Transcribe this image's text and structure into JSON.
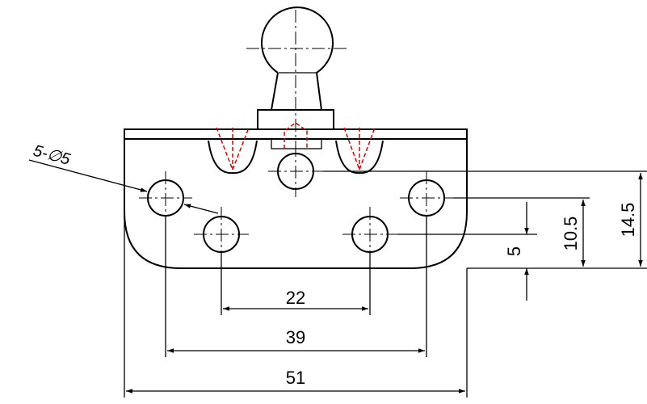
{
  "callout": {
    "hole_label": "5-∅5"
  },
  "dimensions": {
    "hole_spacing_inner": "22",
    "hole_spacing_outer": "39",
    "overall_width": "51",
    "vertical_small": "5",
    "vertical_mid": "10.5",
    "vertical_large": "14.5"
  },
  "colors": {
    "outline": "#000000",
    "hidden_lines": "#e00000"
  }
}
